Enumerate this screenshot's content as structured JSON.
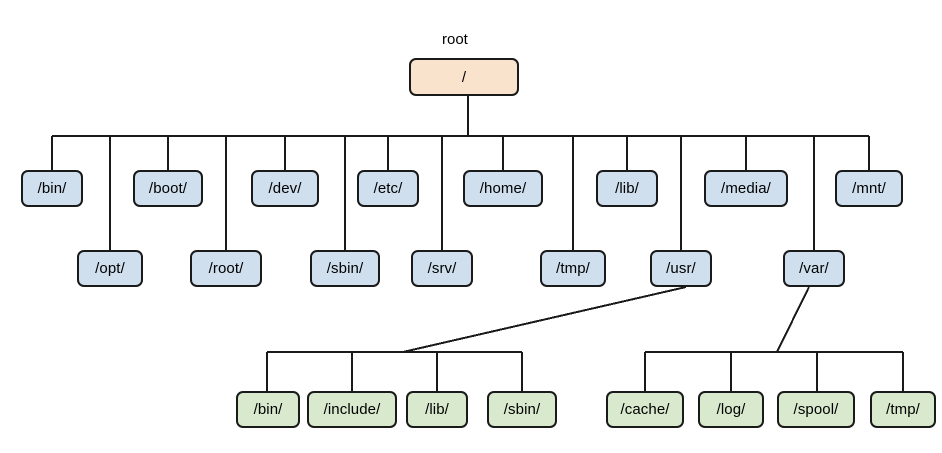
{
  "diagram": {
    "title_caption": "root",
    "colors": {
      "root_fill": "#fae3cd",
      "level1_fill": "#cfdfee",
      "level2_fill": "#d8e9cd",
      "stroke": "#1a1a1a",
      "background": "#ffffff"
    },
    "root": {
      "label": "/",
      "caption": "root"
    },
    "level1": [
      {
        "label": "/bin/",
        "row": 1
      },
      {
        "label": "/opt/",
        "row": 2
      },
      {
        "label": "/boot/",
        "row": 1
      },
      {
        "label": "/root/",
        "row": 2
      },
      {
        "label": "/dev/",
        "row": 1
      },
      {
        "label": "/sbin/",
        "row": 2
      },
      {
        "label": "/etc/",
        "row": 1
      },
      {
        "label": "/srv/",
        "row": 2
      },
      {
        "label": "/home/",
        "row": 1
      },
      {
        "label": "/tmp/",
        "row": 2
      },
      {
        "label": "/lib/",
        "row": 1
      },
      {
        "label": "/usr/",
        "row": 2
      },
      {
        "label": "/media/",
        "row": 1
      },
      {
        "label": "/var/",
        "row": 2
      },
      {
        "label": "/mnt/",
        "row": 1
      }
    ],
    "usr_children": [
      {
        "label": "/bin/"
      },
      {
        "label": "/include/"
      },
      {
        "label": "/lib/"
      },
      {
        "label": "/sbin/"
      }
    ],
    "var_children": [
      {
        "label": "/cache/"
      },
      {
        "label": "/log/"
      },
      {
        "label": "/spool/"
      },
      {
        "label": "/tmp/"
      }
    ]
  }
}
